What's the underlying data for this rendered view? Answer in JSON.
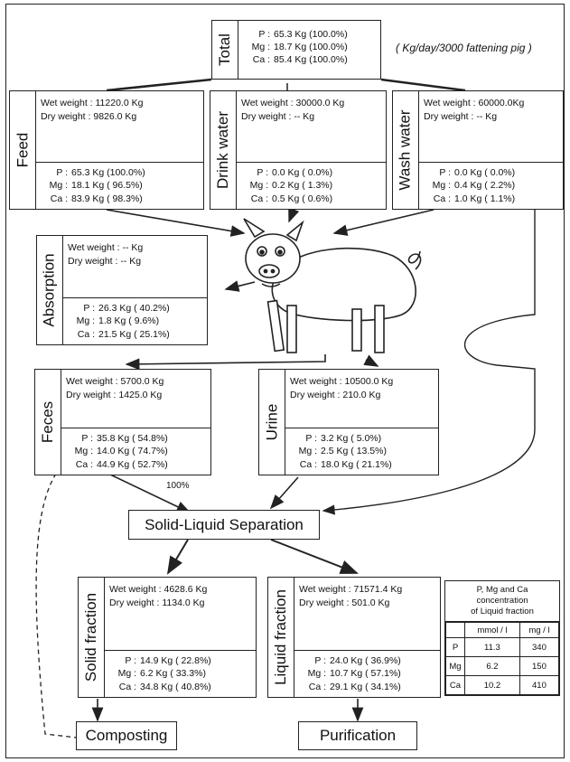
{
  "total": {
    "label": "Total",
    "rows": [
      {
        "sym": "P :",
        "val": "65.3 Kg (100.0%)"
      },
      {
        "sym": "Mg :",
        "val": "18.7 Kg (100.0%)"
      },
      {
        "sym": "Ca :",
        "val": "85.4 Kg (100.0%)"
      }
    ],
    "unit_note": "( Kg/day/3000 fattening pig )"
  },
  "feed": {
    "label": "Feed",
    "wet": "Wet weight : 11220.0 Kg",
    "dry": "Dry weight :   9826.0 Kg",
    "rows": [
      {
        "sym": "P :",
        "val": "65.3 Kg (100.0%)"
      },
      {
        "sym": "Mg :",
        "val": "18.1 Kg ( 96.5%)"
      },
      {
        "sym": "Ca :",
        "val": "83.9 Kg ( 98.3%)"
      }
    ]
  },
  "drink": {
    "label": "Drink water",
    "wet": "Wet weight : 30000.0 Kg",
    "dry": "Dry weight :     --    Kg",
    "rows": [
      {
        "sym": "P :",
        "val": "0.0 Kg (  0.0%)"
      },
      {
        "sym": "Mg :",
        "val": "0.2 Kg (  1.3%)"
      },
      {
        "sym": "Ca :",
        "val": "0.5 Kg (  0.6%)"
      }
    ]
  },
  "wash": {
    "label": "Wash water",
    "wet": "Wet weight :  60000.0Kg",
    "dry": "Dry weight :      --    Kg",
    "rows": [
      {
        "sym": "P :",
        "val": "0.0 Kg (  0.0%)"
      },
      {
        "sym": "Mg :",
        "val": "0.4 Kg (  2.2%)"
      },
      {
        "sym": "Ca :",
        "val": "1.0 Kg (  1.1%)"
      }
    ]
  },
  "absorption": {
    "label": "Absorption",
    "wet": "Wet weight :   --   Kg",
    "dry": "Dry weight :   --   Kg",
    "rows": [
      {
        "sym": "P :",
        "val": "26.3 Kg ( 40.2%)"
      },
      {
        "sym": "Mg :",
        "val": "1.8 Kg (  9.6%)"
      },
      {
        "sym": "Ca :",
        "val": "21.5 Kg ( 25.1%)"
      }
    ]
  },
  "feces": {
    "label": "Feces",
    "wet": "Wet weight :   5700.0 Kg",
    "dry": "Dry weight :   1425.0 Kg",
    "rows": [
      {
        "sym": "P :",
        "val": "35.8 Kg ( 54.8%)"
      },
      {
        "sym": "Mg :",
        "val": "14.0 Kg ( 74.7%)"
      },
      {
        "sym": "Ca :",
        "val": "44.9 Kg ( 52.7%)"
      }
    ]
  },
  "urine": {
    "label": "Urine",
    "wet": "Wet weight :  10500.0 Kg",
    "dry": "Dry weight :     210.0 Kg",
    "rows": [
      {
        "sym": "P :",
        "val": "3.2 Kg (  5.0%)"
      },
      {
        "sym": "Mg :",
        "val": "2.5 Kg ( 13.5%)"
      },
      {
        "sym": "Ca :",
        "val": "18.0 Kg ( 21.1%)"
      }
    ]
  },
  "separation_label": "Solid-Liquid Separation",
  "feces_pct": "100%",
  "solid": {
    "label": "Solid fraction",
    "wet": "Wet weight :   4628.6 Kg",
    "dry": "Dry weight :   1134.0 Kg",
    "rows": [
      {
        "sym": "P :",
        "val": "14.9 Kg ( 22.8%)"
      },
      {
        "sym": "Mg :",
        "val": "6.2 Kg ( 33.3%)"
      },
      {
        "sym": "Ca :",
        "val": "34.8 Kg ( 40.8%)"
      }
    ]
  },
  "liquid": {
    "label": "Liquid fraction",
    "wet": "Wet weight :  71571.4 Kg",
    "dry": "Dry weight :     501.0 Kg",
    "rows": [
      {
        "sym": "P :",
        "val": "24.0 Kg ( 36.9%)"
      },
      {
        "sym": "Mg :",
        "val": "10.7 Kg ( 57.1%)"
      },
      {
        "sym": "Ca :",
        "val": "29.1 Kg ( 34.1%)"
      }
    ]
  },
  "composting_label": "Composting",
  "purification_label": "Purification",
  "concentration": {
    "caption_1": "P, Mg and Ca",
    "caption_2": "concentration",
    "caption_3": "of Liquid fraction",
    "col_1": "mmol / l",
    "col_2": "mg / l",
    "rows": [
      {
        "el": "P",
        "mmol": "11.3",
        "mg": "340"
      },
      {
        "el": "Mg",
        "mmol": "6.2",
        "mg": "150"
      },
      {
        "el": "Ca",
        "mmol": "10.2",
        "mg": "410"
      }
    ]
  }
}
